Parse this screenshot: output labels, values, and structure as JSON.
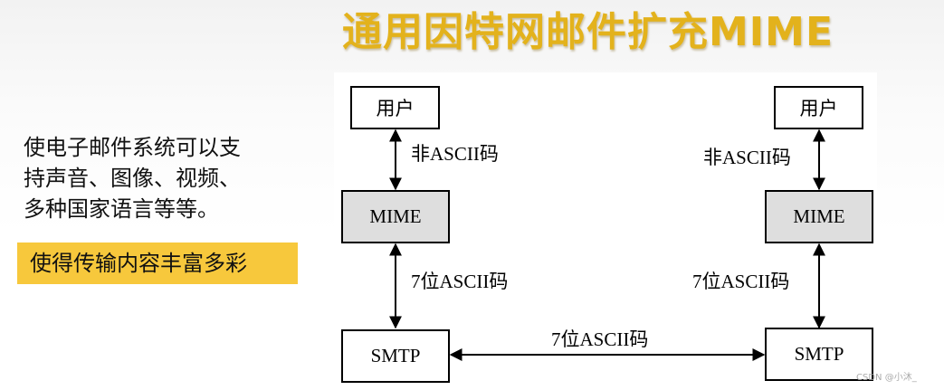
{
  "title": "通用因特网邮件扩充MIME",
  "description": [
    "使电子邮件系统可以支",
    "持声音、图像、视频、",
    "多种国家语言等等。"
  ],
  "highlight": "使得传输内容丰富多彩",
  "diagram": {
    "left": {
      "user": "用户",
      "non_ascii_label": "非ASCII码",
      "mime": "MIME",
      "ascii7_label": "7位ASCII码",
      "smtp": "SMTP"
    },
    "right": {
      "user": "用户",
      "non_ascii_label": "非ASCII码",
      "mime": "MIME",
      "ascii7_label": "7位ASCII码",
      "smtp": "SMTP"
    },
    "middle_label": "7位ASCII码"
  },
  "watermark": "CSDN @小沐_",
  "colors": {
    "title": "#e3b21c",
    "highlight_bg": "#f7c83c",
    "mime_box": "#dedede"
  }
}
